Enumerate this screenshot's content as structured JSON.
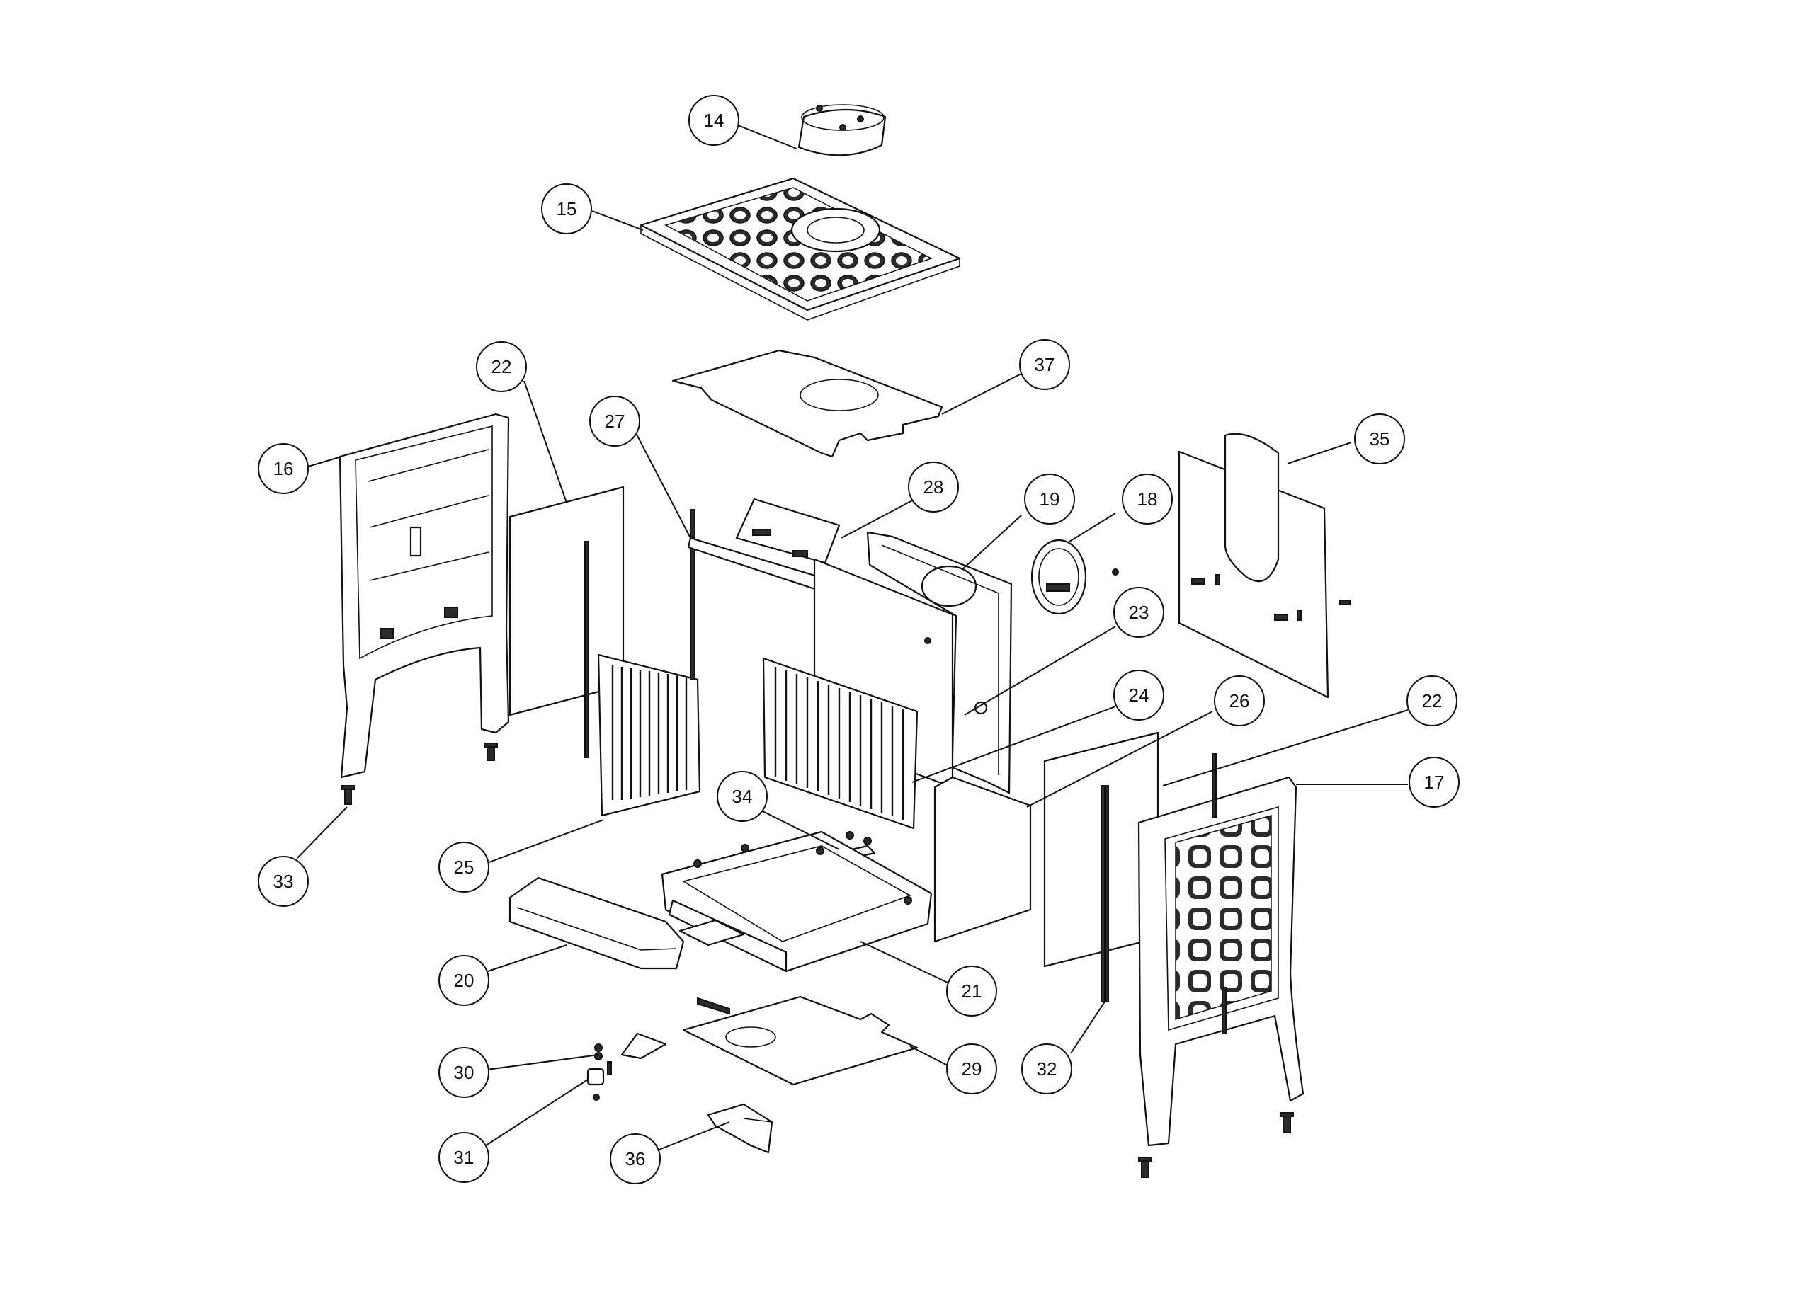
{
  "diagram": {
    "callouts": [
      {
        "id": "c14",
        "label": "14"
      },
      {
        "id": "c15",
        "label": "15"
      },
      {
        "id": "c22a",
        "label": "22"
      },
      {
        "id": "c16",
        "label": "16"
      },
      {
        "id": "c27",
        "label": "27"
      },
      {
        "id": "c37",
        "label": "37"
      },
      {
        "id": "c28",
        "label": "28"
      },
      {
        "id": "c19",
        "label": "19"
      },
      {
        "id": "c18",
        "label": "18"
      },
      {
        "id": "c35",
        "label": "35"
      },
      {
        "id": "c23",
        "label": "23"
      },
      {
        "id": "c24",
        "label": "24"
      },
      {
        "id": "c26",
        "label": "26"
      },
      {
        "id": "c22b",
        "label": "22"
      },
      {
        "id": "c17",
        "label": "17"
      },
      {
        "id": "c34",
        "label": "34"
      },
      {
        "id": "c33",
        "label": "33"
      },
      {
        "id": "c25",
        "label": "25"
      },
      {
        "id": "c20",
        "label": "20"
      },
      {
        "id": "c21",
        "label": "21"
      },
      {
        "id": "c30",
        "label": "30"
      },
      {
        "id": "c29",
        "label": "29"
      },
      {
        "id": "c32",
        "label": "32"
      },
      {
        "id": "c31",
        "label": "31"
      },
      {
        "id": "c36",
        "label": "36"
      }
    ]
  }
}
